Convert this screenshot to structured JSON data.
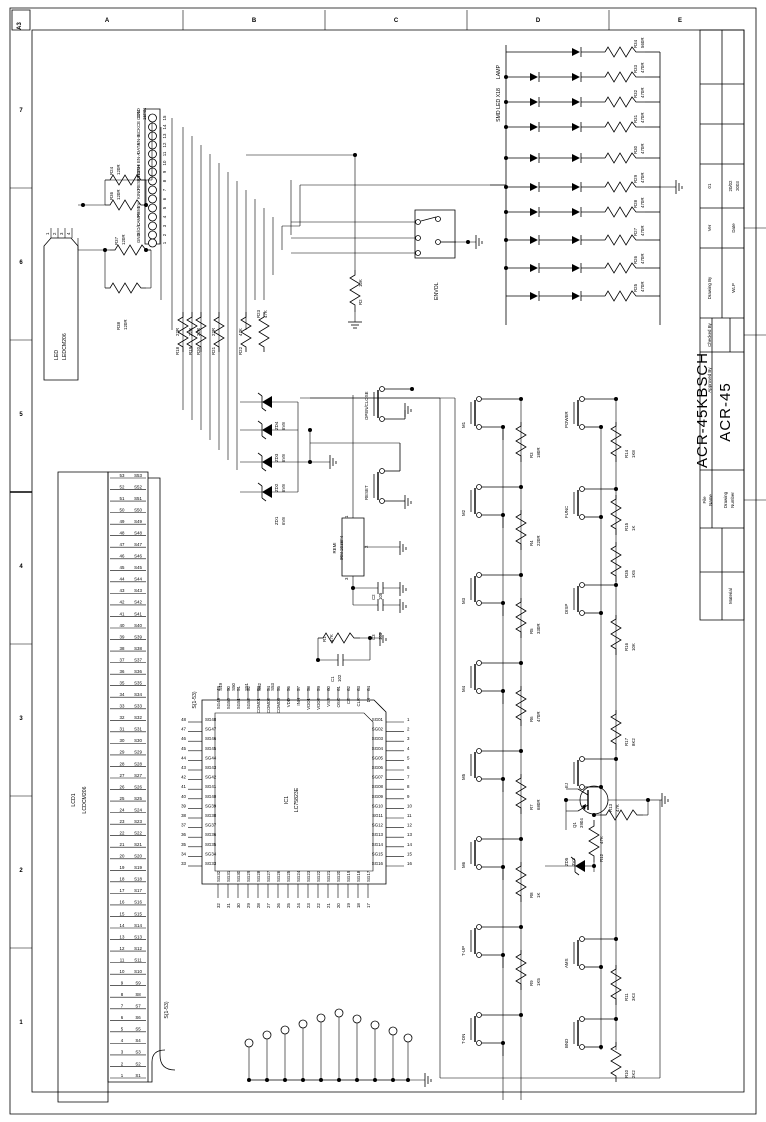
{
  "sheet": {
    "size_marker": "A3",
    "column_letters": [
      "A",
      "B",
      "C",
      "D",
      "E"
    ],
    "row_numbers": [
      "7",
      "6",
      "5",
      "4",
      "3",
      "2",
      "1"
    ]
  },
  "title_block": {
    "file_name_label": "File\nName",
    "file_name_value": "ACR-45KBSCH",
    "drawing_number_label": "Drawing\nNumber",
    "drawing_number_value": "ACR-45",
    "material_label": "Material",
    "drawing_by_label": "Drawing By",
    "checked_by_label": "Checked By",
    "approved_by_label": "Approved By",
    "drawing_by_value": "WLP",
    "ver_label": "Ver",
    "ver_value": "01",
    "date_label": "Date",
    "date_value_line1": "20/02",
    "date_value_line2": "2003"
  },
  "connector": {
    "ref": "CON",
    "type": "15PIN",
    "pin_numbers": [
      "15",
      "14",
      "13",
      "12",
      "11",
      "10",
      "9",
      "8",
      "7",
      "6",
      "5",
      "4",
      "3",
      "2",
      "1"
    ],
    "signals": [
      "GND",
      "CE",
      "SCK",
      "EN-B",
      "DATA",
      "EN-A",
      "INH",
      "KIN1",
      "RESET/DTH",
      "KIN0",
      "5V",
      "REM",
      "LAMP+",
      "E/O/C",
      "GND"
    ]
  },
  "led_module": {
    "ref": "LED",
    "part": "LEDCM206",
    "pins": [
      "1",
      "2",
      "3",
      "4"
    ]
  },
  "lcd_module": {
    "ref": "LCD1",
    "part": "LCDCM206",
    "segment_label": "S(1-53)",
    "pin_count": 53
  },
  "ic": {
    "ref": "IC1",
    "part": "LC75823E",
    "top_pins": [
      {
        "num": "49",
        "name": "SG49"
      },
      {
        "num": "50",
        "name": "SG50"
      },
      {
        "num": "51",
        "name": "SG51"
      },
      {
        "num": "52",
        "name": "SG52"
      },
      {
        "num": "53",
        "name": "COM01"
      },
      {
        "num": "54",
        "name": "COM02"
      },
      {
        "num": "55",
        "name": "COM03"
      },
      {
        "num": "56",
        "name": "VDD"
      },
      {
        "num": "57",
        "name": "INH"
      },
      {
        "num": "58",
        "name": "VDD1"
      },
      {
        "num": "59",
        "name": "VDD2"
      },
      {
        "num": "60",
        "name": "VSS"
      },
      {
        "num": "61",
        "name": "OSC"
      },
      {
        "num": "62",
        "name": "CE"
      },
      {
        "num": "63",
        "name": "CLK"
      },
      {
        "num": "64",
        "name": "DI"
      }
    ],
    "left_pins": [
      {
        "num": "48",
        "name": "SG48"
      },
      {
        "num": "47",
        "name": "SG47"
      },
      {
        "num": "46",
        "name": "SG46"
      },
      {
        "num": "45",
        "name": "SG45"
      },
      {
        "num": "44",
        "name": "SG44"
      },
      {
        "num": "43",
        "name": "SG43"
      },
      {
        "num": "42",
        "name": "SG42"
      },
      {
        "num": "41",
        "name": "SG41"
      },
      {
        "num": "40",
        "name": "SG40"
      },
      {
        "num": "39",
        "name": "SG39"
      },
      {
        "num": "38",
        "name": "SG38"
      },
      {
        "num": "37",
        "name": "SG37"
      },
      {
        "num": "36",
        "name": "SG36"
      },
      {
        "num": "35",
        "name": "SG35"
      },
      {
        "num": "34",
        "name": "SG34"
      },
      {
        "num": "33",
        "name": "SG33"
      }
    ],
    "right_pins": [
      {
        "num": "1",
        "name": "SG01"
      },
      {
        "num": "2",
        "name": "SG02"
      },
      {
        "num": "3",
        "name": "SG03"
      },
      {
        "num": "4",
        "name": "SG04"
      },
      {
        "num": "5",
        "name": "SG05"
      },
      {
        "num": "6",
        "name": "SG06"
      },
      {
        "num": "7",
        "name": "SG07"
      },
      {
        "num": "8",
        "name": "SG08"
      },
      {
        "num": "9",
        "name": "SG09"
      },
      {
        "num": "10",
        "name": "SG10"
      },
      {
        "num": "11",
        "name": "SG11"
      },
      {
        "num": "12",
        "name": "SG12"
      },
      {
        "num": "13",
        "name": "SG13"
      },
      {
        "num": "14",
        "name": "SG14"
      },
      {
        "num": "15",
        "name": "SG15"
      },
      {
        "num": "16",
        "name": "SG16"
      }
    ],
    "bottom_pins": [
      {
        "num": "32",
        "name": "SG32"
      },
      {
        "num": "31",
        "name": "SG31"
      },
      {
        "num": "30",
        "name": "SG30"
      },
      {
        "num": "29",
        "name": "SG29"
      },
      {
        "num": "28",
        "name": "SG28"
      },
      {
        "num": "27",
        "name": "SG27"
      },
      {
        "num": "26",
        "name": "SG26"
      },
      {
        "num": "25",
        "name": "SG25"
      },
      {
        "num": "24",
        "name": "SG24"
      },
      {
        "num": "23",
        "name": "SG23"
      },
      {
        "num": "22",
        "name": "SG22"
      },
      {
        "num": "21",
        "name": "SG21"
      },
      {
        "num": "20",
        "name": "SG20"
      },
      {
        "num": "19",
        "name": "SG19"
      },
      {
        "num": "18",
        "name": "SG18"
      },
      {
        "num": "17",
        "name": "SG17"
      }
    ]
  },
  "led_array": {
    "title": "SMD LED X18",
    "rail_label": "LAMP",
    "rows": [
      {
        "resistor": "R34",
        "value": "560R",
        "leds": 1
      },
      {
        "resistor": "R33",
        "value": "470R",
        "leds": 2
      },
      {
        "resistor": "R32",
        "value": "470R",
        "leds": 2
      },
      {
        "resistor": "R31",
        "value": "470R",
        "leds": 2
      },
      {
        "resistor": "R30",
        "value": "470R",
        "leds": 2
      },
      {
        "resistor": "R29",
        "value": "470R",
        "leds": 2
      },
      {
        "resistor": "R28",
        "value": "470R",
        "leds": 2
      },
      {
        "resistor": "R27",
        "value": "470R",
        "leds": 2
      },
      {
        "resistor": "R26",
        "value": "470R",
        "leds": 2
      },
      {
        "resistor": "R25",
        "value": "470R",
        "leds": 2
      }
    ]
  },
  "resistors": [
    {
      "ref": "R1",
      "value": "47K"
    },
    {
      "ref": "R2",
      "value": "10K"
    },
    {
      "ref": "R3",
      "value": "180R"
    },
    {
      "ref": "R4",
      "value": "220R"
    },
    {
      "ref": "R5",
      "value": "330R"
    },
    {
      "ref": "R6",
      "value": "470R"
    },
    {
      "ref": "R7",
      "value": "680R"
    },
    {
      "ref": "R8",
      "value": "1K"
    },
    {
      "ref": "R9",
      "value": "1K5"
    },
    {
      "ref": "R10",
      "value": "2K2"
    },
    {
      "ref": "R11",
      "value": "3K3"
    },
    {
      "ref": "R12",
      "value": "47K"
    },
    {
      "ref": "R13",
      "value": "47K"
    },
    {
      "ref": "R14",
      "value": "1K8"
    },
    {
      "ref": "R15",
      "value": "1K"
    },
    {
      "ref": "R16",
      "value": "10K"
    },
    {
      "ref": "R17",
      "value": "8K2"
    },
    {
      "ref": "R18",
      "value": "22R"
    },
    {
      "ref": "R19",
      "value": "22R"
    },
    {
      "ref": "R20",
      "value": "22R"
    },
    {
      "ref": "R21",
      "value": "22R"
    },
    {
      "ref": "R22",
      "value": "47K"
    },
    {
      "ref": "R23",
      "value": "47K"
    },
    {
      "ref": "R24",
      "value": "120R"
    },
    {
      "ref": "R35",
      "value": "1K5"
    },
    {
      "ref": "R36",
      "value": "120R"
    },
    {
      "ref": "R37",
      "value": "120R"
    },
    {
      "ref": "R38",
      "value": "120R"
    }
  ],
  "capacitors": [
    {
      "ref": "C1",
      "value": "102"
    },
    {
      "ref": "C2",
      "value": "105"
    },
    {
      "ref": "C3",
      "value": "105"
    }
  ],
  "zeners": [
    {
      "ref": "ZD1",
      "value": "6V8"
    },
    {
      "ref": "ZD2",
      "value": "6V8"
    },
    {
      "ref": "ZD3",
      "value": "6V8"
    },
    {
      "ref": "ZD4",
      "value": "6V8"
    },
    {
      "ref": "ZD5",
      "value": "3V3"
    }
  ],
  "transistor": {
    "ref": "Q1",
    "part": "3904"
  },
  "ir_receiver": {
    "ref": "REMI",
    "part": "IRM-2038F4",
    "pins": [
      "1",
      "2",
      "3"
    ]
  },
  "switches_left": [
    {
      "label": "OPEN/CLOSE"
    },
    {
      "label": "RESET"
    }
  ],
  "switches_matrix_col1": [
    "M1",
    "M2",
    "M3",
    "M4",
    "M5",
    "M6",
    "T-UP",
    "T-DN"
  ],
  "switches_matrix_col2": [
    "POWER",
    "FUNC",
    "DISP",
    "EJ",
    "AMS",
    "BND"
  ],
  "rotary_switch": {
    "label": "ENVOL"
  }
}
